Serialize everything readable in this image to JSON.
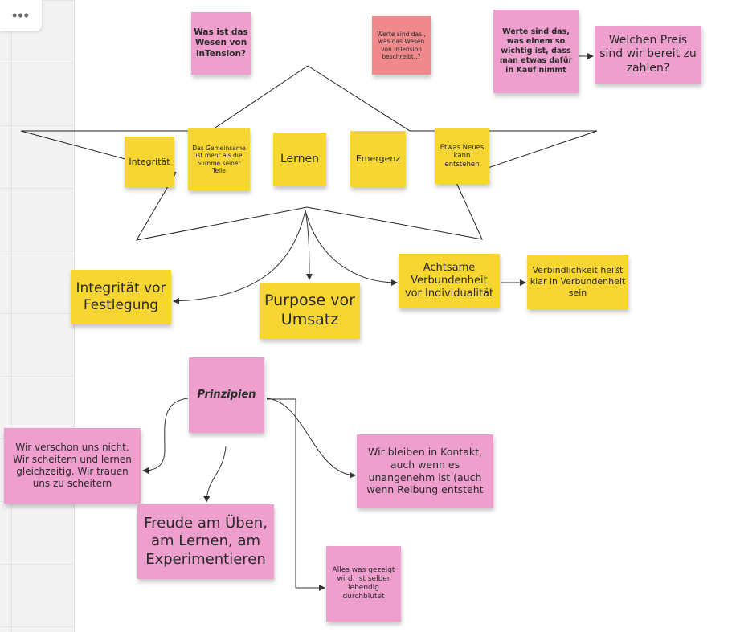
{
  "toolbar": {
    "menu_label": "•••"
  },
  "colors": {
    "yellow": "#f7d631",
    "pink": "#ee9fce",
    "salmon": "#f0898c",
    "line": "#333333"
  },
  "notes": {
    "wesen": "Was ist das Wesen von inTension?",
    "werte_beschreibt": "Werte sind das , was das Wesen von inTension beschreibt..?",
    "werte_wichtig": "Werte sind das, was einem so wichtig ist, dass man etwas dafür in Kauf nimmt",
    "preis": "Welchen Preis sind wir bereit zu zahlen?",
    "integritaet": "Integrität",
    "gemeinsame": "Das Gemeinsame ist mehr als die Summe seiner Teile",
    "lernen": "Lernen",
    "emergenz": "Emergenz",
    "etwas_neues": "Etwas Neues kann entstehen",
    "integritaet_vor_festlegung": "Integrität vor Festlegung",
    "purpose": "Purpose vor Umsatz",
    "achtsame": "Achtsame Verbundenheit vor Individualität",
    "verbindlichkeit": "Verbindlichkeit heißt klar in Verbundenheit sein",
    "prinzipien": "Prinzipien",
    "verschonen": "Wir verschon uns nicht. Wir scheitern und lernen gleichzeitig. Wir trauen uns zu scheitern",
    "kontakt": "Wir bleiben in Kontakt, auch wenn es unangenehm ist (auch wenn Reibung entsteht",
    "freude": "Freude am Üben, am Lernen, am Experimentieren",
    "alles_was": "Alles was gezeigt wird, ist selber lebendig durchblutet"
  }
}
